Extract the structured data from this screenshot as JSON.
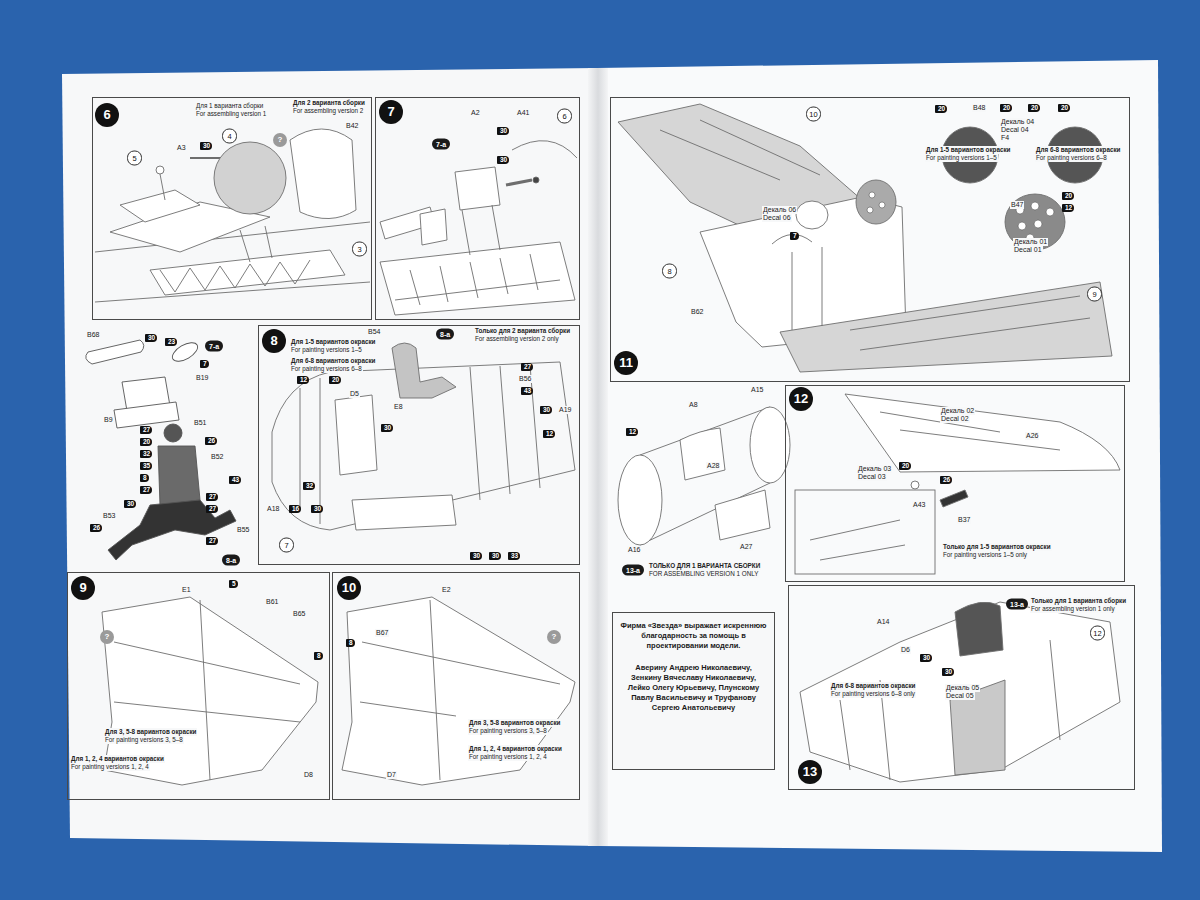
{
  "diagram": {
    "nodes": [
      {
        "text": [
          "6"
        ]
      },
      {
        "text": [
          "7"
        ]
      },
      {
        "text": [
          "8"
        ]
      },
      {
        "text": [
          "9"
        ]
      },
      {
        "text": [
          "10"
        ]
      },
      {
        "text": [
          "11"
        ]
      },
      {
        "text": [
          "12"
        ]
      },
      {
        "text": [
          "Фирма «Звезда» выражает искреннюю благодарность за помощь в проектировании модели.",
          "Аверину Андрею Николаевичу, Зенкину Вячеславу Николаевичу, Лейко Олегу Юрьевичу, Плунскому Павлу Васильевичу и Труфанову Сергею Анатольевичу"
        ]
      },
      {
        "text": [
          "13"
        ]
      }
    ],
    "labels": [
      "Для 1 варианта сборки",
      "For assembling version 1",
      "Для 2 варианта сборки",
      "For assembling version 2",
      "?",
      "B42",
      "4",
      "A3",
      "30",
      "5",
      "3",
      "7-a",
      "A2",
      "A41",
      "30",
      "30",
      "6",
      "B68",
      "30",
      "23",
      "7-a",
      "7",
      "B19",
      "B9",
      "B51",
      "27",
      "20",
      "26",
      "32",
      "B52",
      "35",
      "8",
      "27",
      "43",
      "27",
      "27",
      "30",
      "B53",
      "26",
      "B55",
      "27",
      "8-a",
      "Для 1-5 вариантов окраски",
      "For painting versions 1–5",
      "Для 6-8 вариантов окраски",
      "For painting versions 6–8",
      "12",
      "20",
      "B54",
      "8-a",
      "Только для 2 варианта сборки",
      "For assembling version 2 only",
      "27",
      "B56",
      "43",
      "D5",
      "E8",
      "30",
      "A19",
      "30",
      "12",
      "32",
      "A18",
      "16",
      "30",
      "7",
      "30",
      "30",
      "33",
      "E1",
      "5",
      "B61",
      "B65",
      "8",
      "?",
      "Для 3, 5-8 вариантов окраски",
      "For painting versions 3, 5–8",
      "Для 1, 2, 4 вариантов окраски",
      "For painting versions 1, 2, 4",
      "D8",
      "E2",
      "B67",
      "8",
      "?",
      "Для 3, 5-8 вариантов окраски",
      "For painting versions 3, 5–8",
      "Для 1, 2, 4 вариантов окраски",
      "For painting versions 1, 2, 4",
      "D7",
      "10",
      "20",
      "B48",
      "20",
      "20",
      "20",
      "Декаль 04",
      "Decal 04",
      "F4",
      "Для 1-5 вариантов окраски",
      "For painting versions 1–5",
      "Для 6-8 вариантов окраски",
      "For painting versions 6–8",
      "20",
      "B47",
      "12",
      "Декаль 01",
      "Decal 01",
      "Декаль 06",
      "Decal 06",
      "7",
      "8",
      "B62",
      "9",
      "12",
      "A8",
      "A15",
      "A28",
      "A16",
      "A27",
      "13-a",
      "ТОЛЬКО ДЛЯ 1 ВАРИАНТА СБОРКИ",
      "FOR ASSEMBLING VERSION 1 ONLY",
      "Декаль 02",
      "Decal 02",
      "A26",
      "Декаль 03",
      "Decal 03",
      "20",
      "26",
      "A43",
      "B37",
      "Только для 1-5 вариантов окраски",
      "For painting versions 1–5 only",
      "13-a",
      "Только для 1 варианта сборки",
      "For assembling version 1 only",
      "12",
      "A14",
      "D6",
      "30",
      "Для 6-8 вариантов окраски",
      "For painting versions 6–8 only",
      "30",
      "Декаль 05",
      "Decal 05"
    ]
  }
}
